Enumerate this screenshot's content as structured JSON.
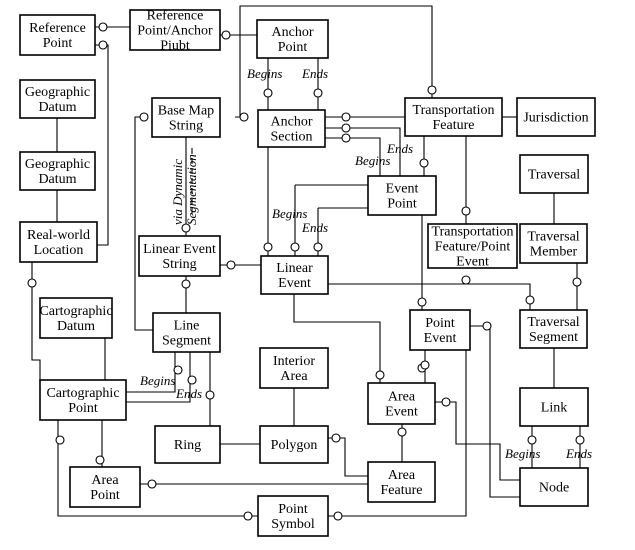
{
  "entities": {
    "reference_point": [
      "Reference",
      "Point"
    ],
    "reference_anchor": [
      "Reference",
      "Point/Anchor",
      "Piubt"
    ],
    "anchor_point": [
      "Anchor",
      "Point"
    ],
    "geographic_datum_1": [
      "Geographic",
      "Datum"
    ],
    "geographic_datum_2": [
      "Geographic",
      "Datum"
    ],
    "real_world_location": [
      "Real-world",
      "Location"
    ],
    "base_map_string": [
      "Base Map",
      "String"
    ],
    "anchor_section": [
      "Anchor",
      "Section"
    ],
    "transportation_feature": [
      "Transportation",
      "Feature"
    ],
    "jurisdiction": [
      "Jurisdiction"
    ],
    "event_point": [
      "Event",
      "Point"
    ],
    "traversal": [
      "Traversal"
    ],
    "traversal_member": [
      "Traversal",
      "Member"
    ],
    "tf_point_event": [
      "Transportation",
      "Feature/Point",
      "Event"
    ],
    "linear_event_string": [
      "Linear Event",
      "String"
    ],
    "linear_event": [
      "Linear",
      "Event"
    ],
    "cartographic_datum": [
      "Cartographic",
      "Datum"
    ],
    "line_segment": [
      "Line",
      "Segment"
    ],
    "point_event": [
      "Point",
      "Event"
    ],
    "traversal_segment": [
      "Traversal",
      "Segment"
    ],
    "interior_area": [
      "Interior",
      "Area"
    ],
    "cartographic_point": [
      "Cartographic",
      "Point"
    ],
    "area_event": [
      "Area",
      "Event"
    ],
    "link": [
      "Link"
    ],
    "ring": [
      "Ring"
    ],
    "polygon": [
      "Polygon"
    ],
    "area_feature": [
      "Area",
      "Feature"
    ],
    "area_point": [
      "Area",
      "Point"
    ],
    "node": [
      "Node"
    ],
    "point_symbol": [
      "Point",
      "Symbol"
    ]
  },
  "role_labels": {
    "anchor_begins": "Begins",
    "anchor_ends": "Ends",
    "event_point_begins": "Begins",
    "event_point_ends": "Ends",
    "linear_begins": "Begins",
    "linear_ends": "Ends",
    "carto_begins": "Begins",
    "carto_ends": "Ends",
    "node_begins": "Begins",
    "node_ends": "Ends"
  },
  "dynamic_segmentation_label": [
    "via Dynamic",
    "Segmentation"
  ]
}
